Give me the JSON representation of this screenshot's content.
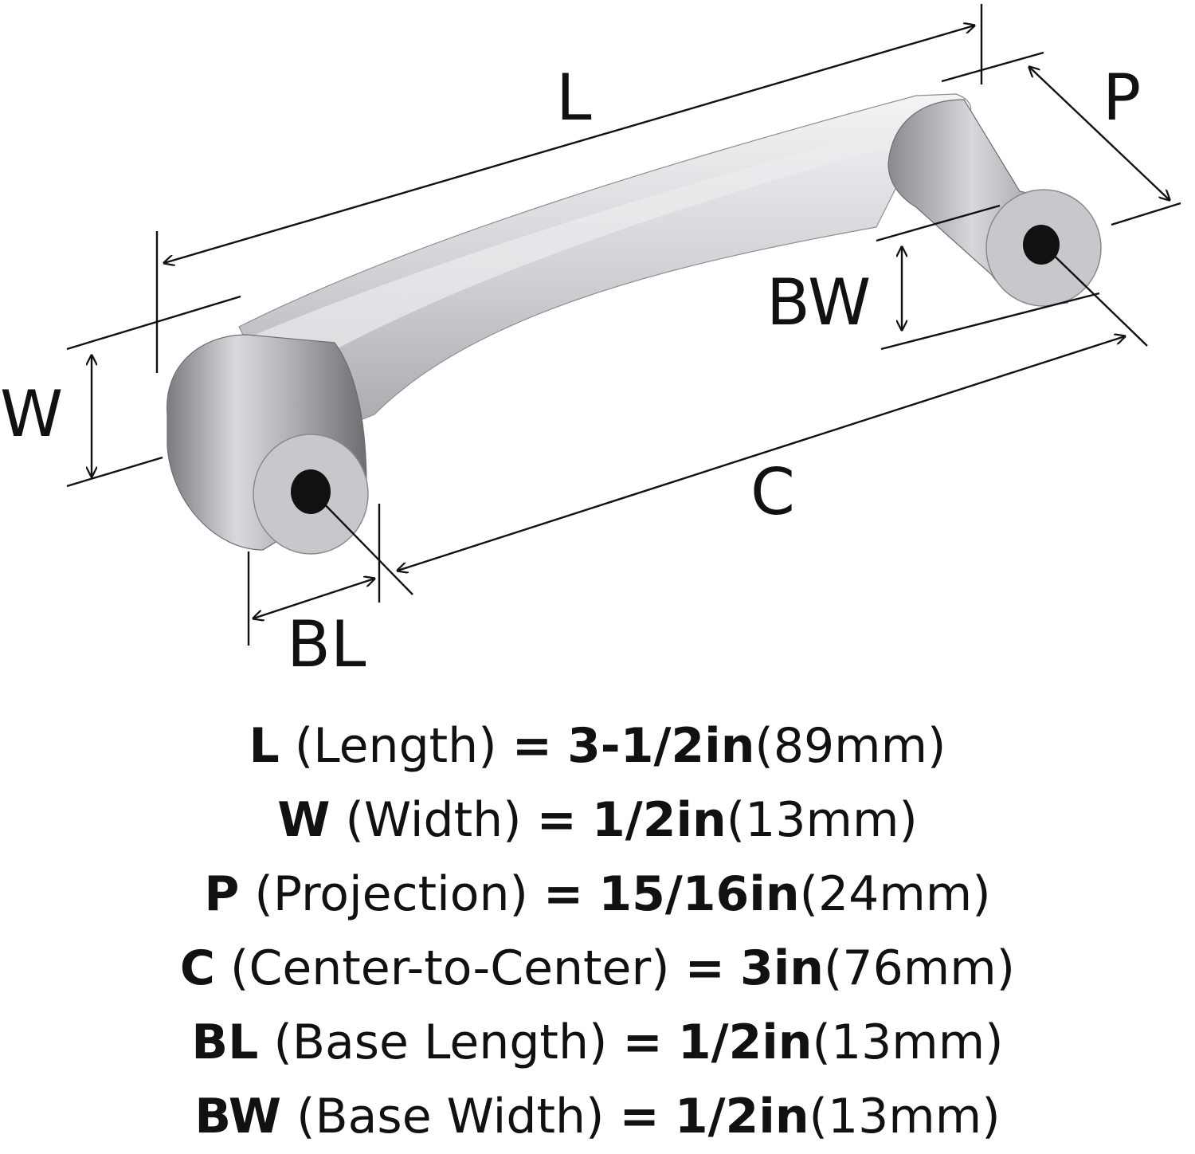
{
  "diagram": {
    "labels": {
      "L": "L",
      "P": "P",
      "W": "W",
      "BW": "BW",
      "C": "C",
      "BL": "BL"
    }
  },
  "specs": [
    {
      "abbr": "L",
      "name": "(Length)",
      "eq": "=",
      "imperial": "3-1/2in",
      "metric": "(89mm)"
    },
    {
      "abbr": "W",
      "name": "(Width)",
      "eq": "=",
      "imperial": "1/2in",
      "metric": "(13mm)"
    },
    {
      "abbr": "P",
      "name": "(Projection)",
      "eq": "=",
      "imperial": "15/16in",
      "metric": "(24mm)"
    },
    {
      "abbr": "C",
      "name": "(Center-to-Center)",
      "eq": "=",
      "imperial": "3in",
      "metric": "(76mm)"
    },
    {
      "abbr": "BL",
      "name": "(Base Length)",
      "eq": "=",
      "imperial": "1/2in",
      "metric": "(13mm)"
    },
    {
      "abbr": "BW",
      "name": "(Base Width)",
      "eq": "=",
      "imperial": "1/2in",
      "metric": "(13mm)"
    }
  ]
}
